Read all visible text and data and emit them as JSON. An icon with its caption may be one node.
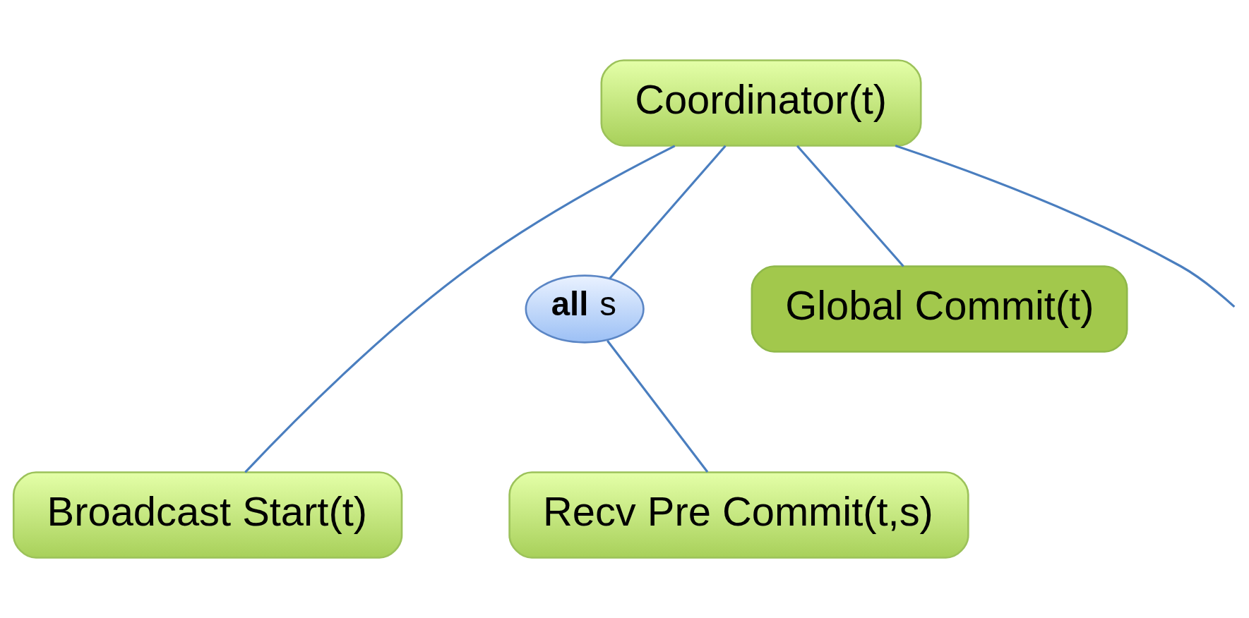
{
  "diagram": {
    "nodes": [
      {
        "text": [
          "Coordinator(t)"
        ]
      },
      {
        "text": [
          "**all** s"
        ]
      },
      {
        "text": [
          "Global Commit(t)"
        ]
      },
      {
        "text": [
          "Broadcast Start(t)"
        ]
      },
      {
        "text": [
          "Recv Pre Commit(t,s)"
        ]
      }
    ],
    "edges": [
      {
        "from": 0,
        "to": 3,
        "arrow": "none"
      },
      {
        "from": 0,
        "to": 1,
        "arrow": "none"
      },
      {
        "from": 1,
        "to": 4,
        "arrow": "none"
      },
      {
        "from": 0,
        "to": 2,
        "arrow": "none"
      },
      {
        "from": 0,
        "to": null,
        "arrow": "none"
      }
    ]
  }
}
